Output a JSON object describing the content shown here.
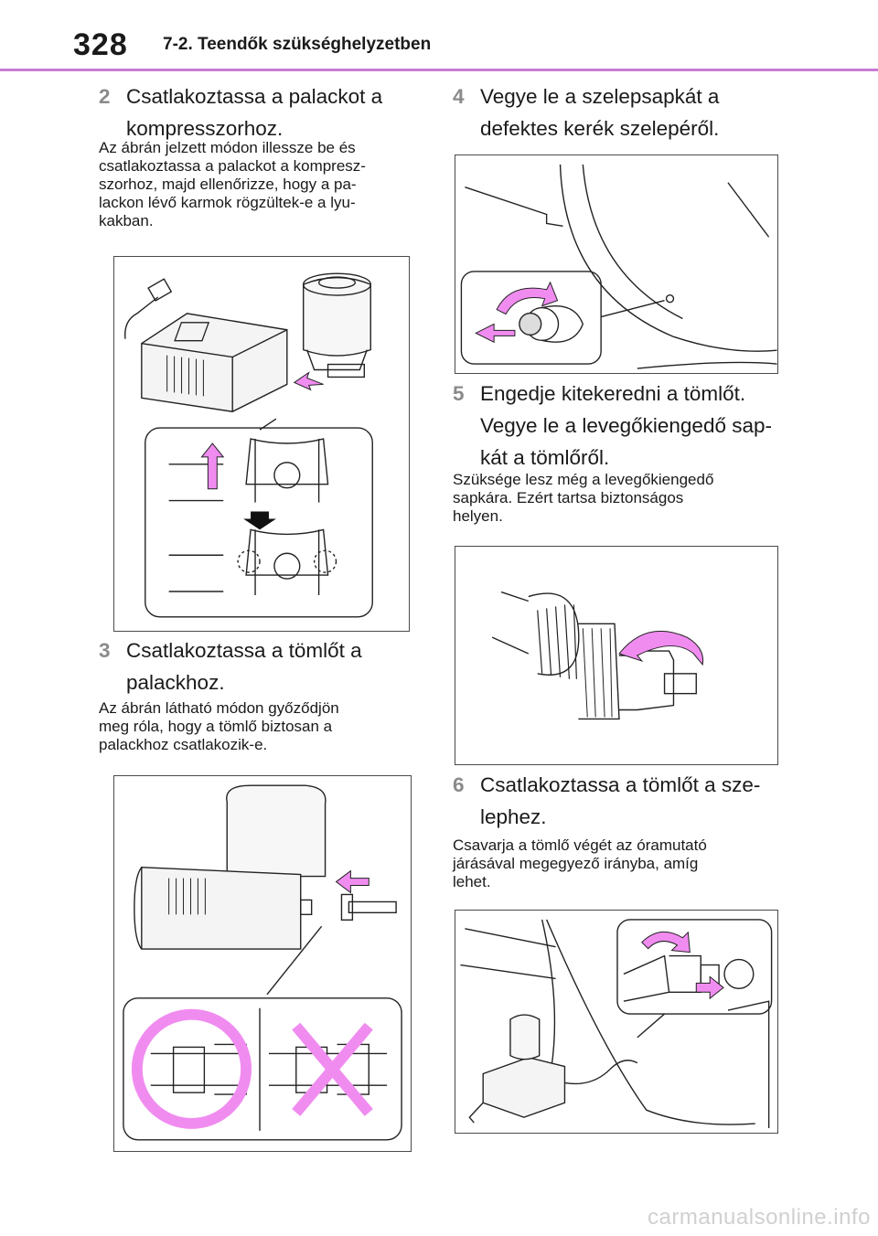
{
  "header": {
    "page_number": "328",
    "section_title": "7-2. Teendők szükséghelyzetben"
  },
  "steps": [
    {
      "num": "2",
      "lines": [
        "Csatlakoztassa a palackot a",
        "kompresszorhoz."
      ],
      "note": [
        "Az ábrán jelzett módon illessze be és",
        "csatlakoztassa a palackot a kompresz-",
        "szorhoz, majd ellenőrizze, hogy a pa-",
        "lackon lévő karmok rögzültek-e a lyu-",
        "kakban."
      ]
    },
    {
      "num": "3",
      "lines": [
        "Csatlakoztassa a tömlőt a",
        "palackhoz."
      ],
      "note": [
        "Az ábrán látható módon győződjön",
        "meg róla, hogy a tömlő biztosan a",
        "palackhoz csatlakozik-e."
      ]
    },
    {
      "num": "4",
      "lines": [
        "Vegye le a szelepsapkát a",
        "defektes kerék szelepéről."
      ],
      "note": []
    },
    {
      "num": "5",
      "lines": [
        "Engedje kitekeredni a tömlőt.",
        "Vegye le a levegőkiengedő sap-",
        "kát a tömlőről."
      ],
      "note": [
        "Szüksége lesz még a levegőkiengedő",
        "sapkára. Ezért tartsa biztonságos",
        "helyen."
      ]
    },
    {
      "num": "6",
      "lines": [
        "Csatlakoztassa a tömlőt a sze-",
        "lephez."
      ],
      "note": [
        "Csavarja a tömlő végét az óramutató",
        "járásával megegyező irányba, amíg",
        "lehet."
      ]
    }
  ],
  "watermark": "carmanualsonline.info",
  "colors": {
    "accent": "#c77dd4",
    "arrow": "#f08cf0",
    "step_number": "#8a8a8a"
  }
}
